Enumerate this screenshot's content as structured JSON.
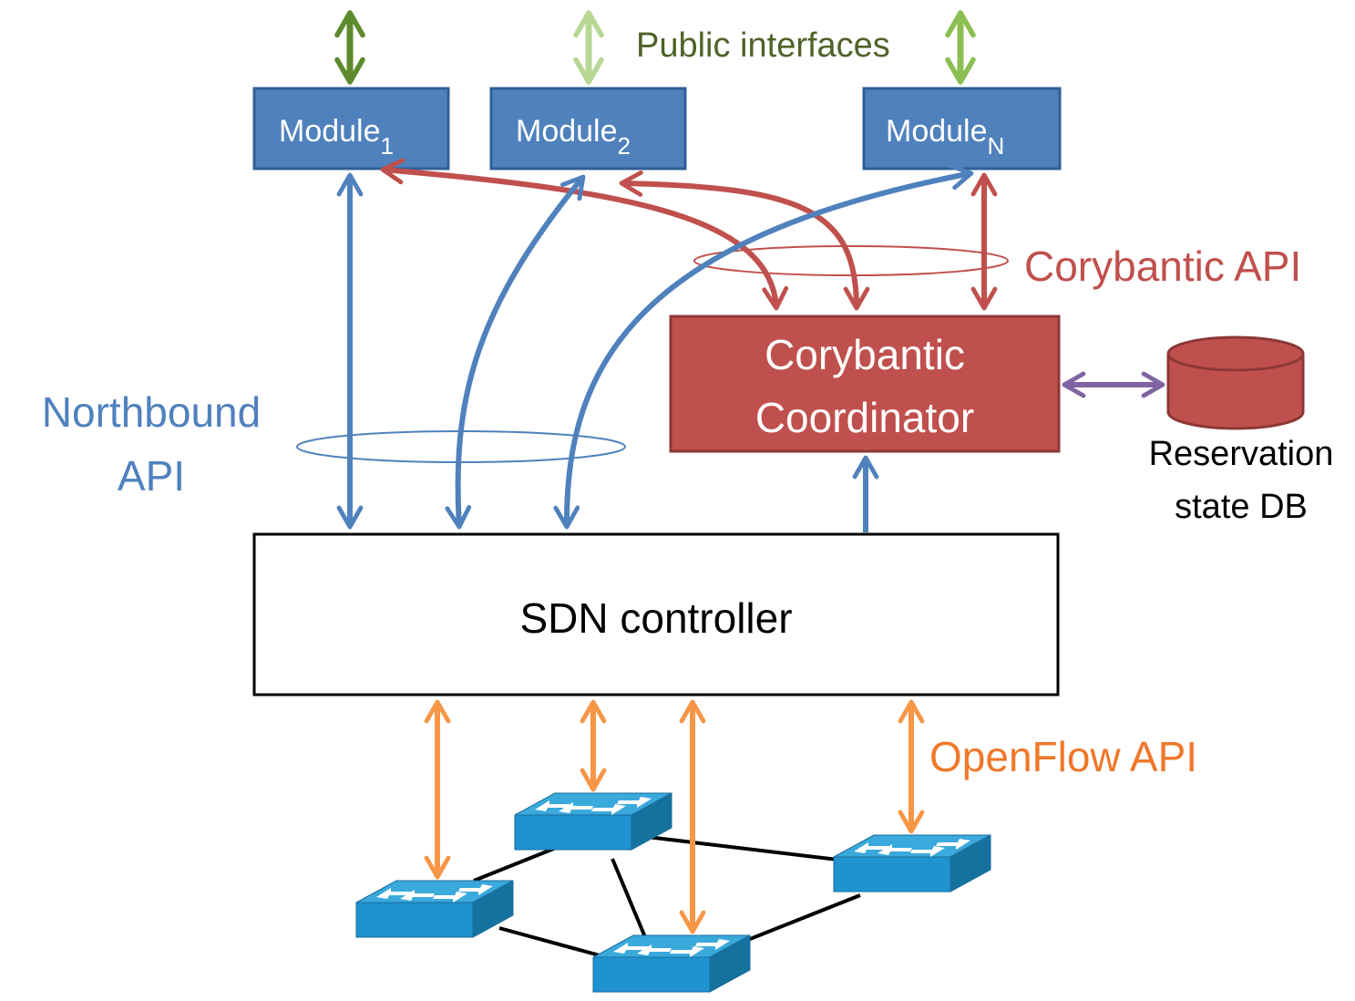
{
  "public_interfaces": {
    "label": "Public interfaces"
  },
  "modules": [
    {
      "name": "Module",
      "subscript": "1"
    },
    {
      "name": "Module",
      "subscript": "2"
    },
    {
      "name": "Module",
      "subscript": "N"
    }
  ],
  "coordinator": {
    "line1": "Corybantic",
    "line2": "Coordinator"
  },
  "database": {
    "line1": "Reservation",
    "line2": "state DB"
  },
  "sdn_controller": {
    "label": "SDN controller"
  },
  "apis": {
    "northbound_line1": "Northbound",
    "northbound_line2": "API",
    "corybantic": "Corybantic API",
    "openflow": "OpenFlow API"
  },
  "colors": {
    "module_fill": "#4f81bd",
    "module_stroke": "#2f5f95",
    "northbound": "#4f81bd",
    "corybantic": "#c0504d",
    "openflow": "#f79646",
    "public_dark": "#5e8a2e",
    "public_light": "#b7d895",
    "public_mid": "#8cbf52",
    "db_link": "#8064a2",
    "public_text": "#4f6228",
    "switch_top": "#3aa9dc",
    "switch_side": "#1c7fb6"
  }
}
